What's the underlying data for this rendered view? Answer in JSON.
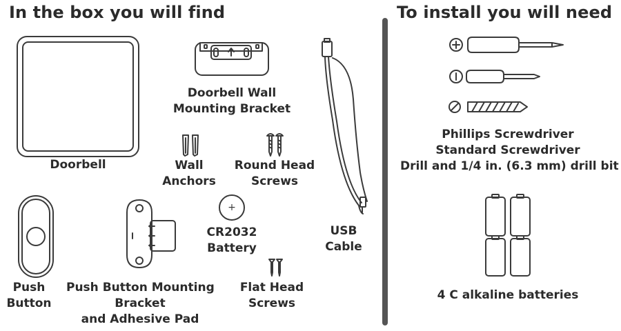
{
  "colors": {
    "text": "#2b2b2b",
    "stroke": "#3a3a3a",
    "divider": "#555555"
  },
  "left_section": {
    "heading": "In the box you will find",
    "items": {
      "doorbell": {
        "line1": "Doorbell",
        "icon": "doorbell-icon"
      },
      "wall_bracket": {
        "line1": "Doorbell Wall",
        "line2": "Mounting Bracket",
        "icon": "wall-bracket-icon"
      },
      "usb_cable": {
        "line1": "USB",
        "line2": "Cable",
        "icon": "usb-cable-icon"
      },
      "wall_anchors": {
        "line1": "Wall",
        "line2": "Anchors",
        "icon": "wall-anchors-icon"
      },
      "round_head_screws": {
        "line1": "Round Head",
        "line2": "Screws",
        "icon": "round-head-screws-icon"
      },
      "battery": {
        "line1": "CR2032",
        "line2": "Battery",
        "symbol": "+",
        "icon": "coin-battery-icon"
      },
      "push_button": {
        "line1": "Push",
        "line2": "Button",
        "icon": "push-button-icon"
      },
      "push_button_bracket": {
        "line1": "Push Button Mounting",
        "line2": "Bracket",
        "line3": "and Adhesive Pad",
        "icon": "push-button-bracket-icon"
      },
      "flat_head_screws": {
        "line1": "Flat Head",
        "line2": "Screws",
        "icon": "flat-head-screws-icon"
      }
    }
  },
  "right_section": {
    "heading": "To install you will need",
    "tools": {
      "line1": "Phillips Screwdriver",
      "line2": "Standard Screwdriver",
      "line3": "Drill and 1/4 in. (6.3 mm) drill bit",
      "icons": [
        "phillips-screwdriver-icon",
        "standard-screwdriver-icon",
        "drill-bit-icon"
      ]
    },
    "batteries": {
      "line1": "4 C alkaline batteries",
      "icon": "c-batteries-icon"
    }
  }
}
